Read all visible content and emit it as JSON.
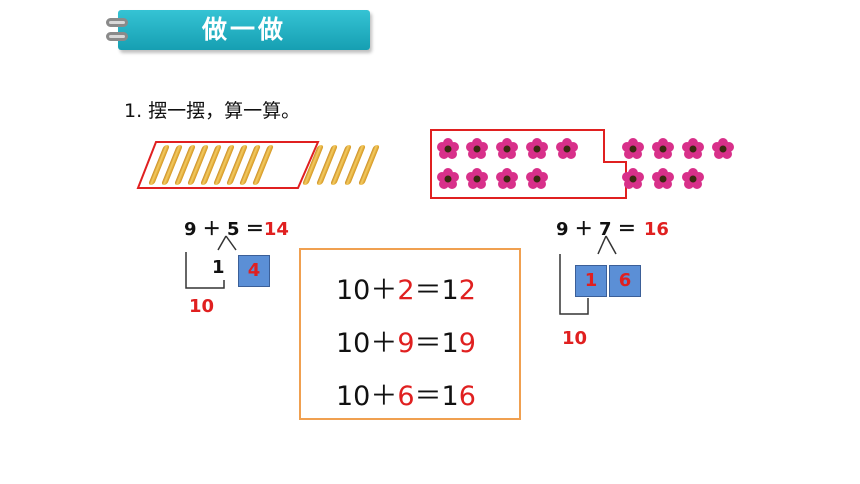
{
  "header": {
    "title": "做一做"
  },
  "instruction": "1. 摆一摆，算一算。",
  "left_problem": {
    "equation": "9 ＋ 5 ＝",
    "answer": "14",
    "split_left": "1",
    "split_right": "4",
    "ten": "10"
  },
  "right_problem": {
    "equation": "9 ＋ 7 ＝",
    "answer": "16",
    "split_left": "1",
    "split_right": "6",
    "ten": "10"
  },
  "equation_box": [
    {
      "prefix": "10＋",
      "addend": "2",
      "equals": "＝1",
      "result_digit": "2"
    },
    {
      "prefix": "10＋",
      "addend": "9",
      "equals": "＝1",
      "result_digit": "9"
    },
    {
      "prefix": "10＋",
      "addend": "6",
      "equals": "＝1",
      "result_digit": "6"
    }
  ],
  "colors": {
    "banner": "#1fb1c4",
    "red": "#e02020",
    "box_border": "#f0a050",
    "blue_box": "#5b8fd6"
  }
}
